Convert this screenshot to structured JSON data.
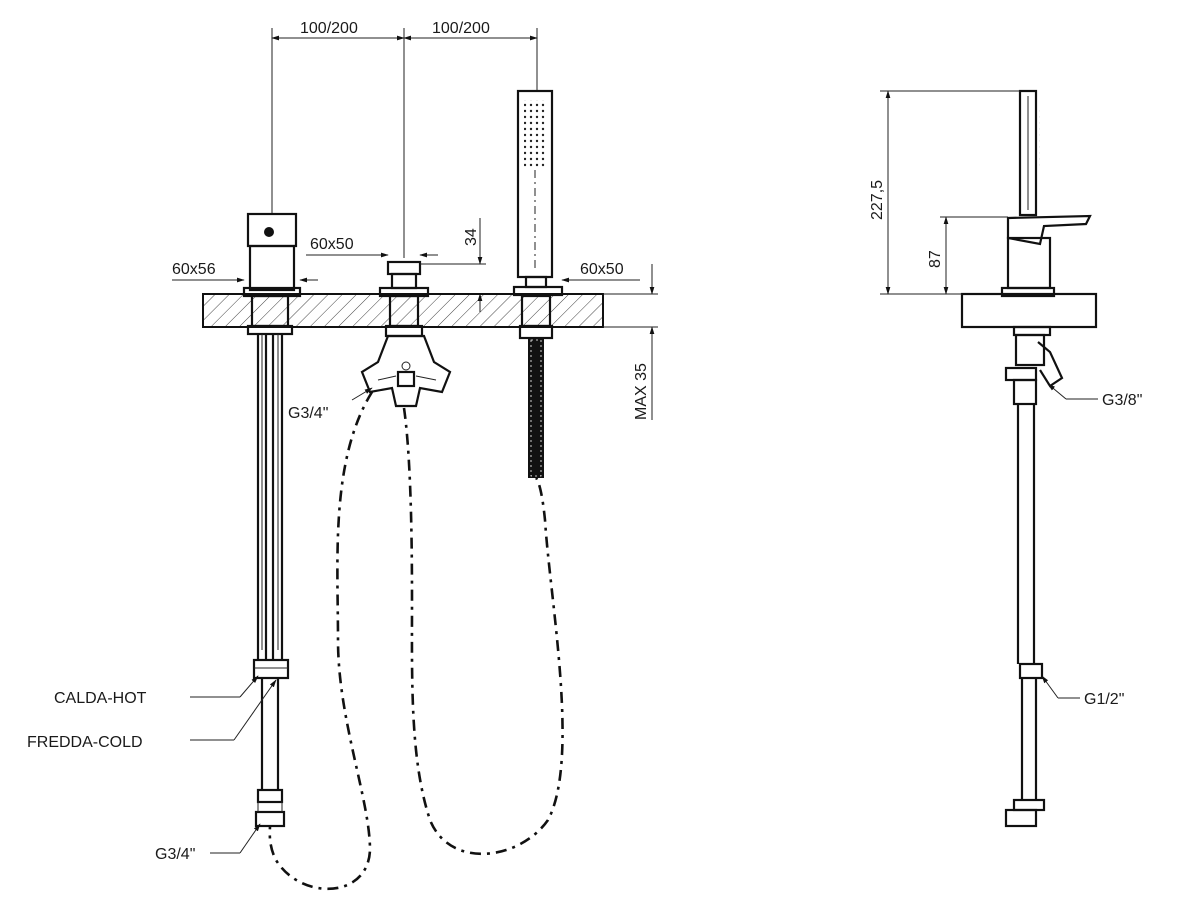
{
  "front_view": {
    "dim_spacing_left": "100/200",
    "dim_spacing_right": "100/200",
    "dim_mixer_base": "60x56",
    "dim_spout_base": "60x50",
    "dim_shower_base": "60x50",
    "dim_spout_height": "34",
    "dim_deck_thickness": "MAX 35",
    "label_spout_outlet": "G3/4\"",
    "label_hot": "CALDA-HOT",
    "label_cold": "FREDDA-COLD",
    "label_inlet": "G3/4\""
  },
  "side_view": {
    "dim_total_height": "227,5",
    "dim_body_height": "87",
    "label_side_outlet": "G3/8\"",
    "label_inlet": "G1/2\""
  }
}
